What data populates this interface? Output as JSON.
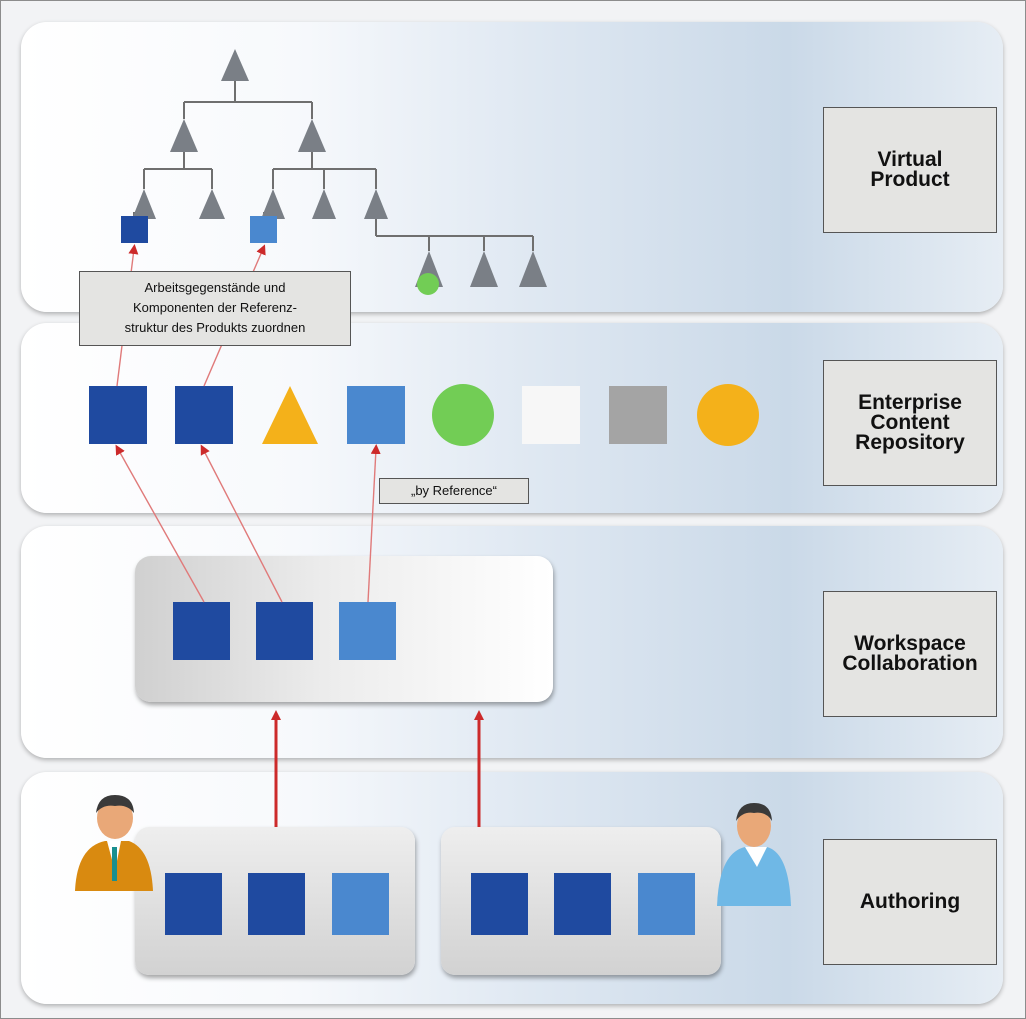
{
  "layers": {
    "virtual_product": "Virtual\nProduct",
    "enterprise_content_repository": "Enterprise\nContent\nRepository",
    "workspace_collaboration": "Workspace\nCollaboration",
    "authoring": "Authoring"
  },
  "notes": {
    "assign": "Arbeitsgegenstände und\nKomponenten der Referenz-\nstruktur des Produkts zuordnen",
    "by_reference": "„by Reference“"
  },
  "colors": {
    "dark_blue": "#1f4aa0",
    "light_blue": "#4a88cf",
    "green": "#72cd55",
    "orange": "#f4b11a",
    "grey": "#a4a4a4",
    "arrow_red": "#cc2a2a",
    "triangle_grey": "#7a7f86"
  }
}
